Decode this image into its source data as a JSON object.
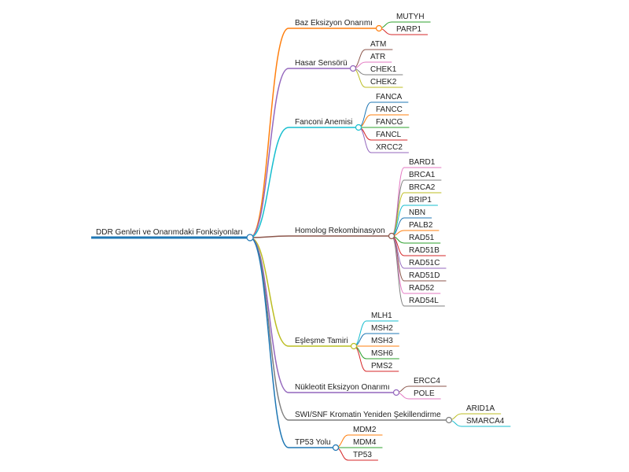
{
  "root": {
    "label": "DDR Genleri ve Onarımdaki Fonksiyonları",
    "color": "#1f77b4"
  },
  "branches": [
    {
      "label": "Baz Eksizyon Onarımı",
      "color": "#ff7f0e",
      "leaves": [
        {
          "label": "MUTYH",
          "color": "#2ca02c"
        },
        {
          "label": "PARP1",
          "color": "#d62728"
        }
      ]
    },
    {
      "label": "Hasar Sensörü",
      "color": "#9467bd",
      "leaves": [
        {
          "label": "ATM",
          "color": "#8c564b"
        },
        {
          "label": "ATR",
          "color": "#e377c2"
        },
        {
          "label": "CHEK1",
          "color": "#7f7f7f"
        },
        {
          "label": "CHEK2",
          "color": "#bcbd22"
        }
      ]
    },
    {
      "label": "Fanconi Anemisi",
      "color": "#17becf",
      "leaves": [
        {
          "label": "FANCA",
          "color": "#1f77b4"
        },
        {
          "label": "FANCC",
          "color": "#ff7f0e"
        },
        {
          "label": "FANCG",
          "color": "#2ca02c"
        },
        {
          "label": "FANCL",
          "color": "#d62728"
        },
        {
          "label": "XRCC2",
          "color": "#9467bd"
        }
      ]
    },
    {
      "label": "Homolog Rekombinasyon",
      "color": "#8c564b",
      "leaves": [
        {
          "label": "BARD1",
          "color": "#e377c2"
        },
        {
          "label": "BRCA1",
          "color": "#7f7f7f"
        },
        {
          "label": "BRCA2",
          "color": "#bcbd22"
        },
        {
          "label": "BRIP1",
          "color": "#17becf"
        },
        {
          "label": "NBN",
          "color": "#1f77b4"
        },
        {
          "label": "PALB2",
          "color": "#ff7f0e"
        },
        {
          "label": "RAD51",
          "color": "#2ca02c"
        },
        {
          "label": "RAD51B",
          "color": "#d62728"
        },
        {
          "label": "RAD51C",
          "color": "#9467bd"
        },
        {
          "label": "RAD51D",
          "color": "#8c564b"
        },
        {
          "label": "RAD52",
          "color": "#e377c2"
        },
        {
          "label": "RAD54L",
          "color": "#7f7f7f"
        }
      ]
    },
    {
      "label": "Eşleşme Tamiri",
      "color": "#bcbd22",
      "leaves": [
        {
          "label": "MLH1",
          "color": "#17becf"
        },
        {
          "label": "MSH2",
          "color": "#1f77b4"
        },
        {
          "label": "MSH3",
          "color": "#ff7f0e"
        },
        {
          "label": "MSH6",
          "color": "#2ca02c"
        },
        {
          "label": "PMS2",
          "color": "#d62728"
        }
      ]
    },
    {
      "label": "Nükleotit Eksizyon Onarımı",
      "color": "#9467bd",
      "leaves": [
        {
          "label": "ERCC4",
          "color": "#8c564b"
        },
        {
          "label": "POLE",
          "color": "#e377c2"
        }
      ]
    },
    {
      "label": "SWI/SNF Kromatin Yeniden Şekillendirme",
      "color": "#7f7f7f",
      "leaves": [
        {
          "label": "ARID1A",
          "color": "#bcbd22"
        },
        {
          "label": "SMARCA4",
          "color": "#17becf"
        }
      ]
    },
    {
      "label": "TP53 Yolu",
      "color": "#1f77b4",
      "leaves": [
        {
          "label": "MDM2",
          "color": "#ff7f0e"
        },
        {
          "label": "MDM4",
          "color": "#2ca02c"
        },
        {
          "label": "TP53",
          "color": "#d62728"
        }
      ]
    }
  ]
}
